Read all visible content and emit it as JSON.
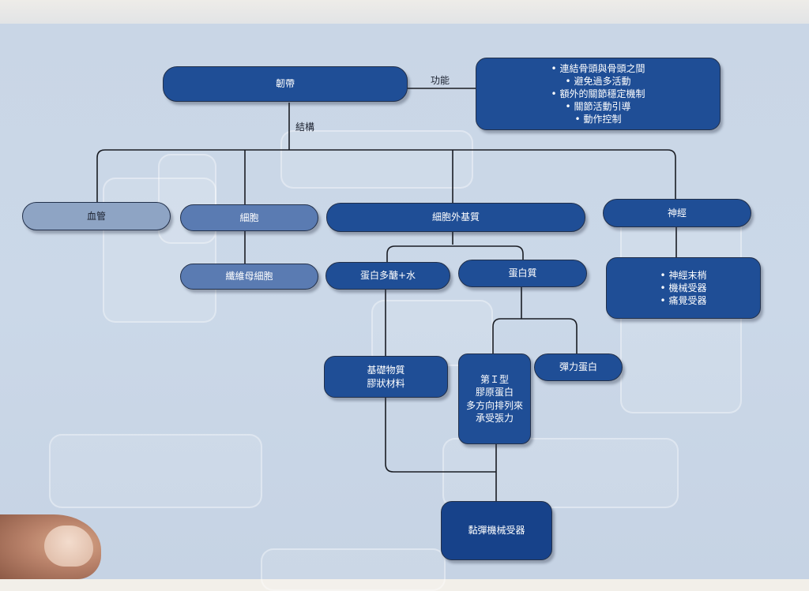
{
  "diagram": {
    "root": {
      "label": "韌帶"
    },
    "edge_labels": {
      "function": "功能",
      "structure": "結構"
    },
    "functions": {
      "items": [
        "連結骨頭與骨頭之間",
        "避免過多活動",
        "額外的關節穩定機制",
        "關節活動引導",
        "動作控制"
      ]
    },
    "components": {
      "blood_vessel": "血管",
      "cell": "細胞",
      "ecm": "細胞外基質",
      "nerve": "神經"
    },
    "fibroblast": "纖維母細胞",
    "polysaccharide_water": "蛋白多醣+水",
    "protein": "蛋白質",
    "nerve_items": [
      "神經末梢",
      "機械受器",
      "痛覺受器"
    ],
    "ground_substance": {
      "line1": "基礎物質",
      "line2": "膠狀材料"
    },
    "collagen": {
      "line1": "第Ｉ型",
      "line2": "膠原蛋白",
      "line3": "多方向排列來",
      "line4": "承受張力"
    },
    "elastin": "彈力蛋白",
    "viscoelastic": "黏彈機械受器"
  },
  "colors": {
    "dark_node": "#1f4e96",
    "mid_node": "#5a7bb2",
    "light_node": "#8ea4c4",
    "background": "#c9d6e6"
  }
}
